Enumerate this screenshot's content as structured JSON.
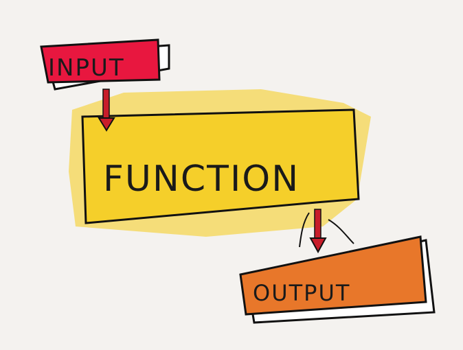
{
  "diagram": {
    "input_label": "INPUT",
    "function_label": "FUNCTION",
    "output_label": "OUTPUT",
    "colors": {
      "input": "#e8173f",
      "function": "#f5cf2a",
      "output": "#e8772a",
      "arrow": "#c81d2a",
      "background": "#f4f2ef"
    }
  }
}
